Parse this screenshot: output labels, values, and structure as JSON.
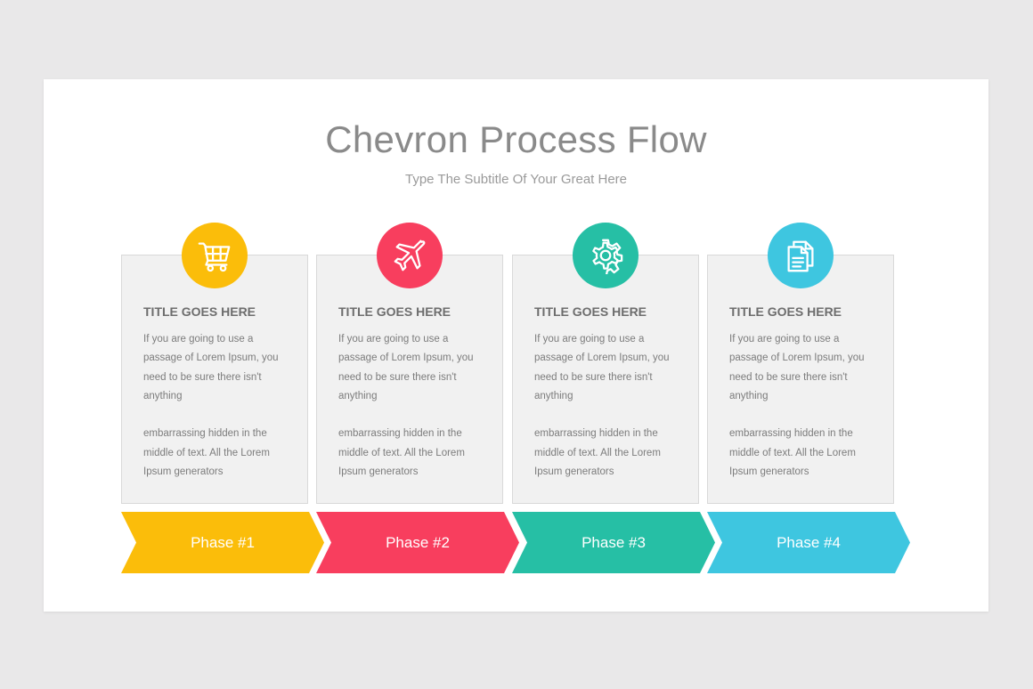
{
  "slide": {
    "title": "Chevron Process Flow",
    "subtitle": "Type The Subtitle Of Your Great Here"
  },
  "phases": [
    {
      "color": "#fbbd0a",
      "icon": "shopping-cart-icon",
      "title": "TITLE GOES HERE",
      "body_line1": "If you are going to use a passage of Lorem Ipsum, you need to be sure there isn't anything",
      "body_line2": "embarrassing hidden in the middle of text. All the Lorem Ipsum generators",
      "label": "Phase #1"
    },
    {
      "color": "#f83e5e",
      "icon": "airplane-icon",
      "title": "TITLE GOES HERE",
      "body_line1": "If you are going to use a passage of Lorem Ipsum, you need to be sure there isn't anything",
      "body_line2": "embarrassing hidden in the middle of text. All the Lorem Ipsum generators",
      "label": "Phase #2"
    },
    {
      "color": "#26bfa5",
      "icon": "gear-icon",
      "title": "TITLE GOES HERE",
      "body_line1": "If you are going to use a passage of Lorem Ipsum, you need to be sure there isn't anything",
      "body_line2": "embarrassing hidden in the middle of text. All the Lorem Ipsum generators",
      "label": "Phase #3"
    },
    {
      "color": "#3ec6e0",
      "icon": "document-icon",
      "title": "TITLE GOES HERE",
      "body_line1": "If you are going to use a passage of Lorem Ipsum, you need to be sure there isn't anything",
      "body_line2": "embarrassing hidden in the middle of text. All the Lorem Ipsum generators",
      "label": "Phase #4"
    }
  ]
}
